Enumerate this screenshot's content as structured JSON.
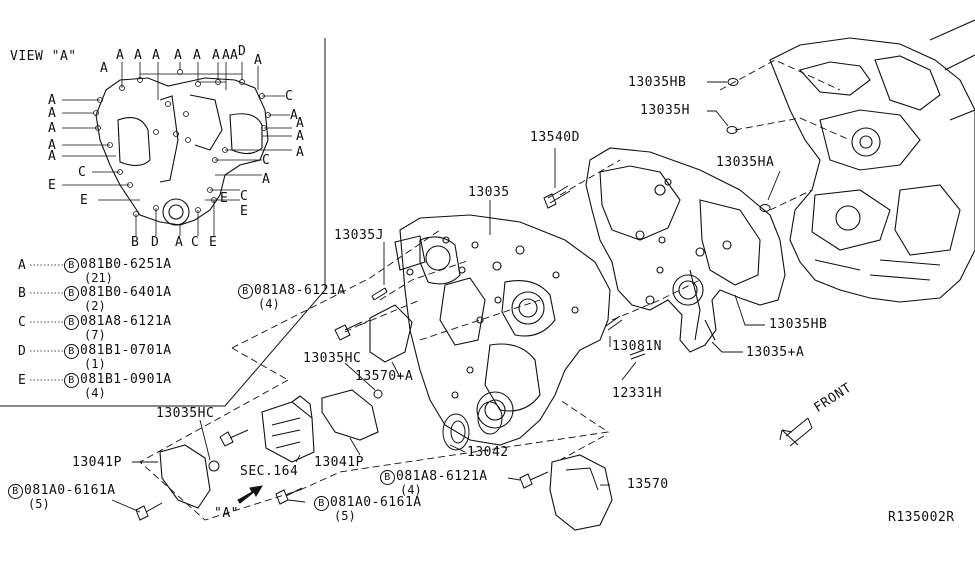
{
  "view": {
    "title": "VIEW \"A\"",
    "letters_top": [
      "A",
      "A",
      "A",
      "A",
      "A",
      "A",
      "A",
      "A",
      "D",
      "A"
    ],
    "letters_left": [
      "A",
      "A",
      "A",
      "A",
      "A",
      "A",
      "C",
      "E",
      "E"
    ],
    "letters_right": [
      "C",
      "A",
      "A",
      "A",
      "A",
      "C",
      "A",
      "C",
      "E"
    ],
    "letters_bottom": [
      "B",
      "D",
      "A",
      "C",
      "E",
      "E"
    ]
  },
  "bolt_legend": [
    {
      "key": "A",
      "circle": "B",
      "part": "081B0-6251A",
      "qty": "(21)"
    },
    {
      "key": "B",
      "circle": "B",
      "part": "081B0-6401A",
      "qty": "(2)"
    },
    {
      "key": "C",
      "circle": "B",
      "part": "081A8-6121A",
      "qty": "(7)"
    },
    {
      "key": "D",
      "circle": "B",
      "part": "081B1-0701A",
      "qty": "(1)"
    },
    {
      "key": "E",
      "circle": "B",
      "part": "081B1-0901A",
      "qty": "(4)"
    }
  ],
  "callouts": {
    "p13035HB_top": "13035HB",
    "p13035H": "13035H",
    "p13035HA": "13035HA",
    "p13540D": "13540D",
    "p13035": "13035",
    "p13035J": "13035J",
    "p13035HB_right": "13035HB",
    "p13035A": "13035+A",
    "p13081N": "13081N",
    "p12331H": "12331H",
    "p13035HC_mid": "13035HC",
    "p13570A": "13570+A",
    "p13035HC_left": "13035HC",
    "p13041P_left": "13041P",
    "p13041P_right": "13041P",
    "sec164": "SEC.164",
    "p13042": "13042",
    "p13570": "13570",
    "viewA_mark": "\"A\"",
    "front": "FRONT",
    "diagram_id": "R135002R"
  },
  "bolt_callouts": {
    "b1": {
      "circle": "B",
      "part": "081A8-6121A",
      "qty": "(4)"
    },
    "b2": {
      "circle": "B",
      "part": "081A8-6121A",
      "qty": "(4)"
    },
    "b3": {
      "circle": "B",
      "part": "081A0-6161A",
      "qty": "(5)"
    },
    "b4": {
      "circle": "B",
      "part": "081A0-6161A",
      "qty": "(5)"
    }
  }
}
